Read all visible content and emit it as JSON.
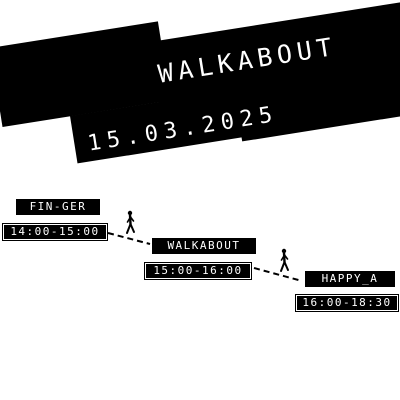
{
  "header": {
    "title": "WALKABOUT",
    "date": "15.03.2025"
  },
  "schedule": [
    {
      "name": "FIN-GER",
      "time": "14:00-15:00"
    },
    {
      "name": "WALKABOUT",
      "time": "15:00-16:00"
    },
    {
      "name": "HAPPY_A",
      "time": "16:00-18:30"
    }
  ],
  "icons": [
    "walking-person-icon",
    "walking-person-icon"
  ],
  "colors": {
    "ink": "#000000",
    "paper": "#ffffff"
  }
}
